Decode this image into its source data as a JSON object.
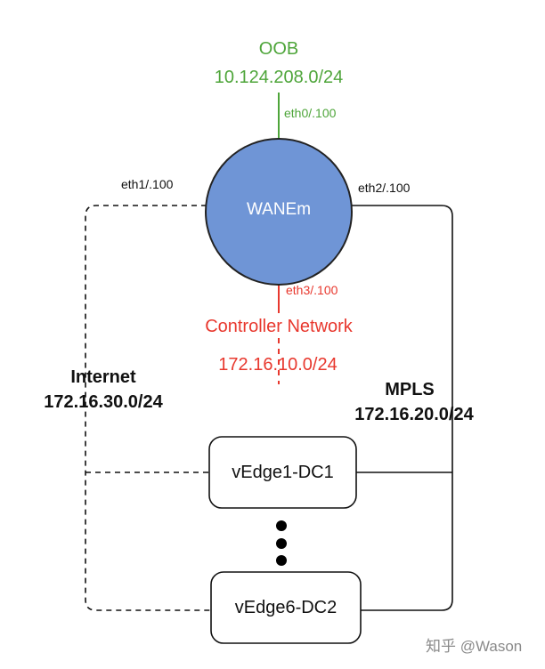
{
  "oob": {
    "name": "OOB",
    "subnet": "10.124.208.0/24",
    "iface": "eth0/.100"
  },
  "wanem": {
    "name": "WANEm",
    "fill": "#6f95d6"
  },
  "internet": {
    "name": "Internet",
    "subnet": "172.16.30.0/24",
    "iface": "eth1/.100"
  },
  "mpls": {
    "name": "MPLS",
    "subnet": "172.16.20.0/24",
    "iface": "eth2/.100"
  },
  "controller": {
    "name": "Controller Network",
    "subnet": "172.16.10.0/24",
    "iface": "eth3/.100"
  },
  "edges": [
    {
      "name": "vEdge1-DC1"
    },
    {
      "name": "vEdge6-DC2"
    }
  ],
  "watermark": "知乎 @Wason",
  "colors": {
    "oob": "#4ea53a",
    "controller": "#e8382e",
    "line": "#111111"
  }
}
